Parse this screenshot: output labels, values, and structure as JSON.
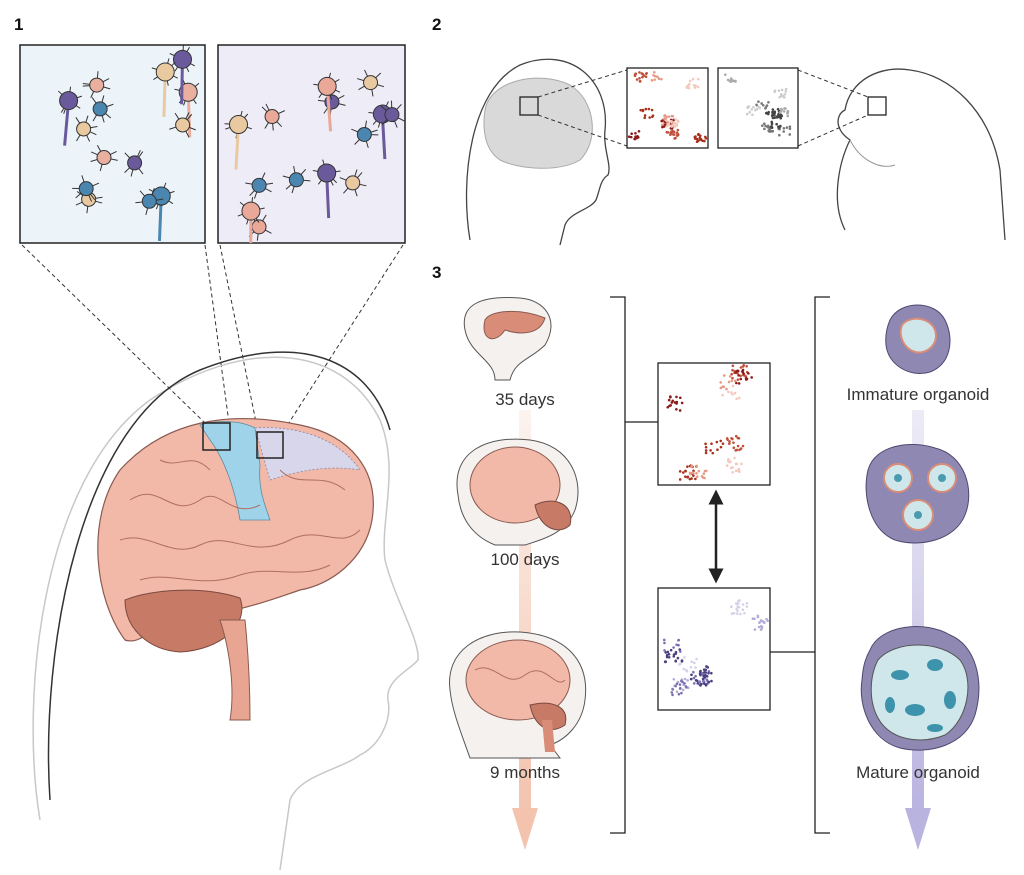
{
  "panels": {
    "p1": {
      "number": "1"
    },
    "p2": {
      "number": "2"
    },
    "p3": {
      "number": "3",
      "stages": [
        "35 days",
        "100 days",
        "9 months"
      ],
      "organoids": {
        "immature": "Immature organoid",
        "mature": "Mature organoid"
      }
    }
  },
  "colors": {
    "brain_pink": "#f2b9a9",
    "brain_outline": "#8a5a50",
    "region_blue": "#9fd3ea",
    "region_lavender": "#d8d6ea",
    "neuron_blue": "#4b86b0",
    "neuron_purple": "#6a5a9c",
    "arrow_pink": "#f3c3ae",
    "arrow_lavender": "#c2bde3",
    "organoid": "#8e88b3"
  }
}
